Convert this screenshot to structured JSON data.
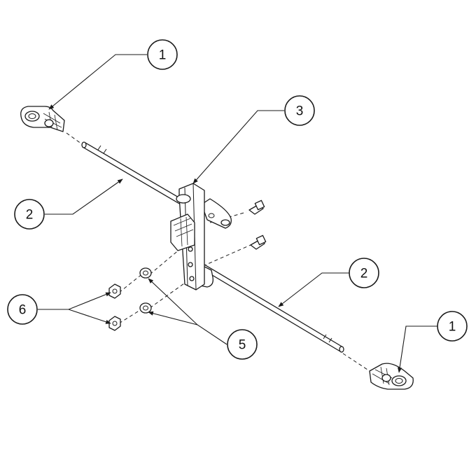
{
  "callouts": [
    {
      "label": "1"
    },
    {
      "label": "3"
    },
    {
      "label": "2"
    },
    {
      "label": "2"
    },
    {
      "label": "1"
    },
    {
      "label": "6"
    },
    {
      "label": "5"
    }
  ],
  "colors": {
    "line": "#1a1a1a",
    "background": "#ffffff"
  }
}
